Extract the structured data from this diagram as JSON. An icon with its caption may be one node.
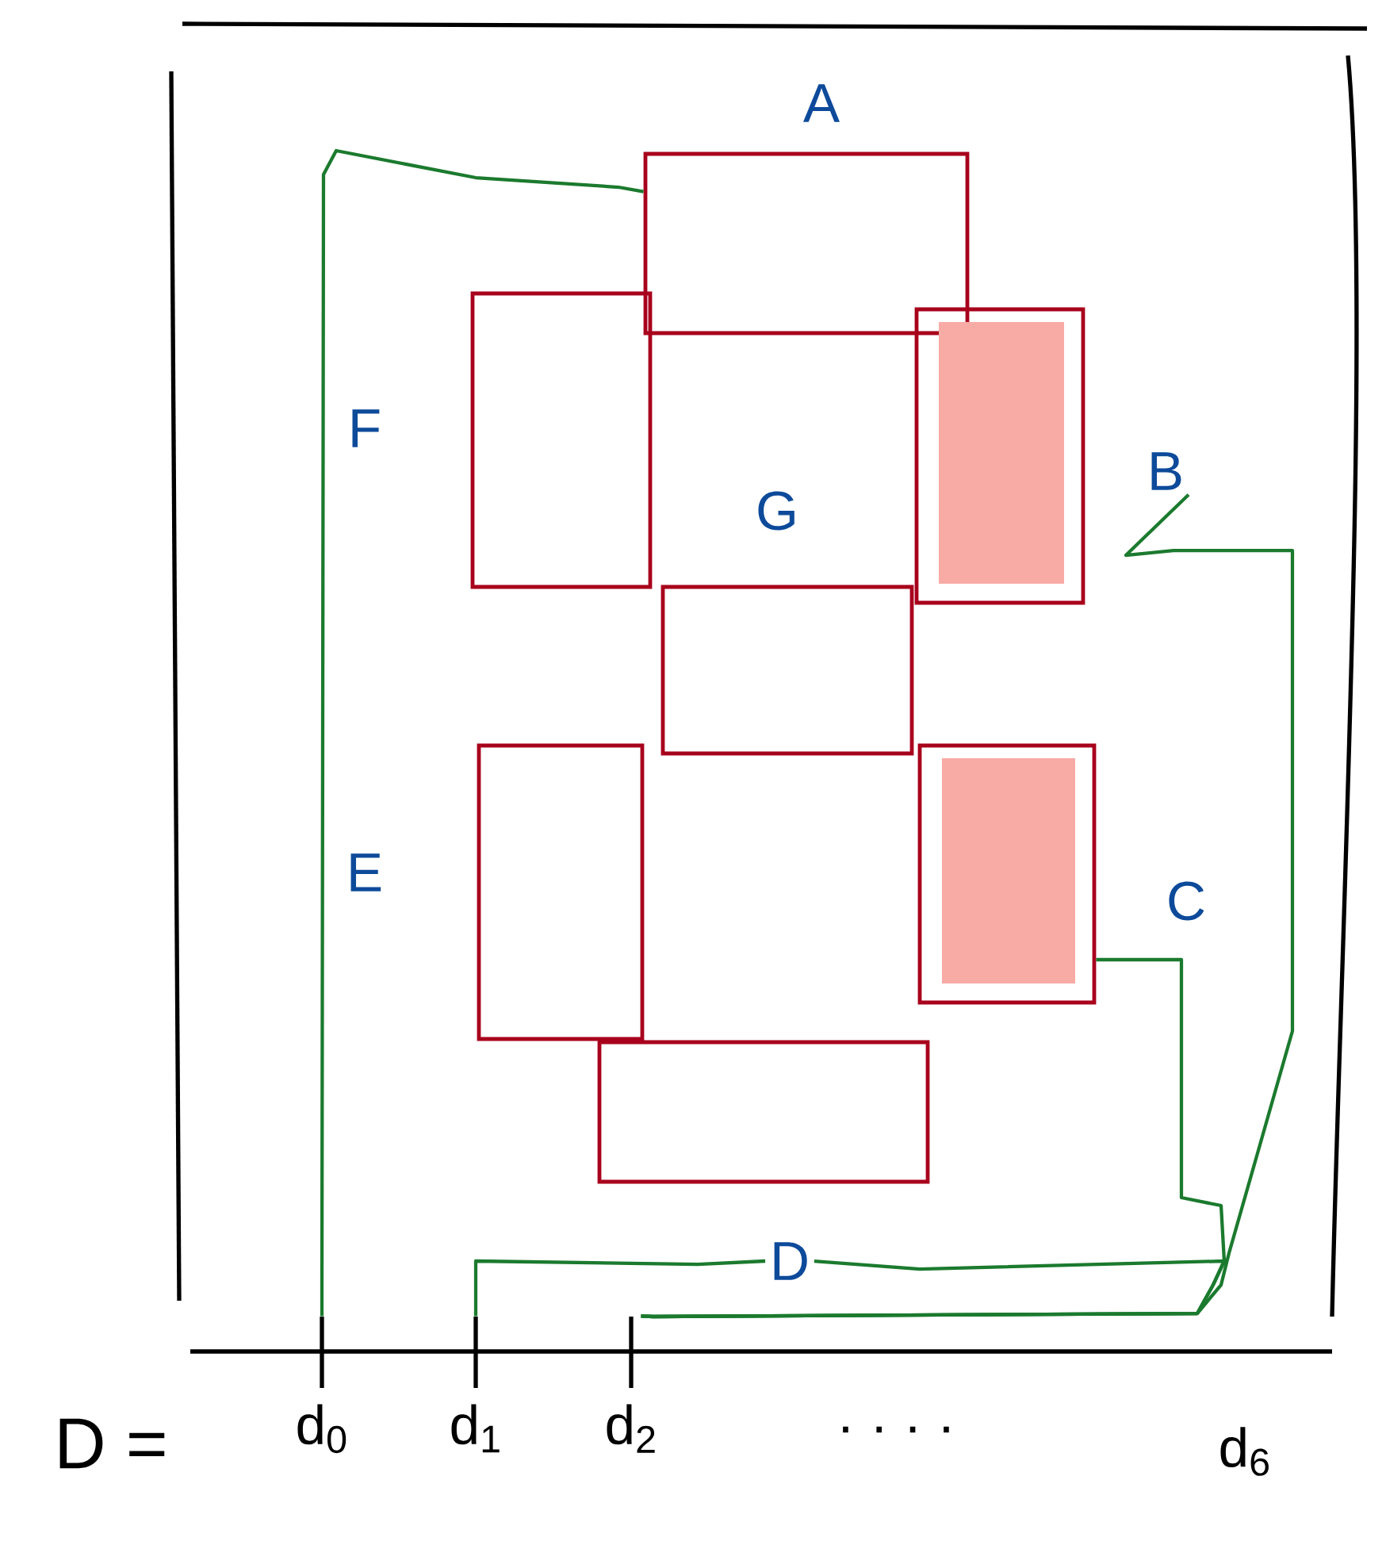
{
  "diagram": {
    "nodes": [
      {
        "text": [
          "A"
        ]
      },
      {
        "text": [
          "F"
        ]
      },
      {
        "text": [
          "B"
        ]
      },
      {
        "text": [
          "G"
        ]
      },
      {
        "text": [
          "E"
        ]
      },
      {
        "text": [
          "C"
        ]
      },
      {
        "text": [
          "D"
        ]
      },
      {
        "text": [
          "d$_{0}$"
        ]
      },
      {
        "text": [
          "d$_{1}$"
        ]
      },
      {
        "text": [
          "d$_{2}$"
        ]
      }
    ],
    "edges": [
      {
        "from": 0,
        "to": 7,
        "arrow": "none"
      },
      {
        "from": 6,
        "to": 8,
        "arrow": "none"
      },
      {
        "from": 2,
        "to": 9,
        "arrow": "none"
      },
      {
        "from": 5,
        "to": 9,
        "arrow": "none"
      },
      {
        "from": 6,
        "to": 9,
        "arrow": "none"
      }
    ],
    "labels": [
      "D =",
      "· · · ·",
      "d$_{6}$"
    ]
  }
}
